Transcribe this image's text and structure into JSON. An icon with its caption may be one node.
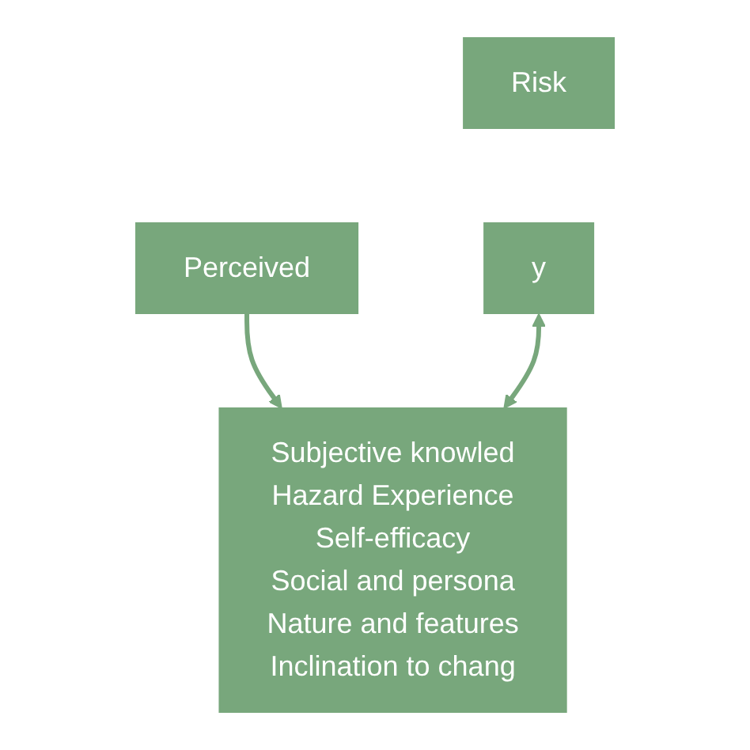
{
  "diagram": {
    "nodes": [
      {
        "text": [
          "Risk"
        ]
      },
      {
        "text": [
          "Perceived"
        ]
      },
      {
        "text": [
          "y"
        ]
      },
      {
        "text": [
          "Subjective knowled",
          "Hazard Experience",
          "Self-efficacy",
          "Social and persona",
          "Nature and features",
          "Inclination to chang"
        ]
      }
    ],
    "edges": [
      {
        "from": 1,
        "to": 3,
        "arrow": "to"
      },
      {
        "from": 2,
        "to": 3,
        "arrow": "both"
      }
    ]
  }
}
